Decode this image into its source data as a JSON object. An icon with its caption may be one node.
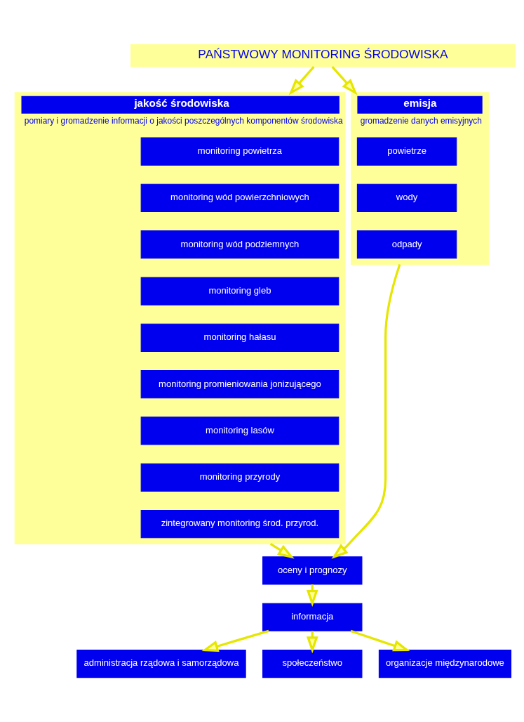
{
  "diagram": {
    "nodes": [
      {
        "text": [
          "PAŃSTWOWY MONITORING ŚRODOWISKA"
        ]
      },
      {
        "text": [
          "jakość środowiska",
          "pomiary i gromadzenie informacji o jakości poszczególnych komponentów środowiska"
        ]
      },
      {
        "text": [
          "monitoring powietrza"
        ],
        "in": 1
      },
      {
        "text": [
          "monitoring wód powierzchniowych"
        ],
        "in": 1
      },
      {
        "text": [
          "monitoring wód podziemnych"
        ],
        "in": 1
      },
      {
        "text": [
          "monitoring gleb"
        ],
        "in": 1
      },
      {
        "text": [
          "monitoring hałasu"
        ],
        "in": 1
      },
      {
        "text": [
          "monitoring promieniowania jonizującego"
        ],
        "in": 1
      },
      {
        "text": [
          "monitoring lasów"
        ],
        "in": 1
      },
      {
        "text": [
          "monitoring przyrody"
        ],
        "in": 1
      },
      {
        "text": [
          "zintegrowany monitoring środ. przyrod."
        ],
        "in": 1
      },
      {
        "text": [
          "emisja",
          "gromadzenie danych emisyjnych"
        ]
      },
      {
        "text": [
          "powietrze"
        ],
        "in": 11
      },
      {
        "text": [
          "wody"
        ],
        "in": 11
      },
      {
        "text": [
          "odpady"
        ],
        "in": 11
      },
      {
        "text": [
          "oceny i prognozy"
        ]
      },
      {
        "text": [
          "informacja"
        ]
      },
      {
        "text": [
          "administracja rządowa i samorządowa"
        ]
      },
      {
        "text": [
          "społeczeństwo"
        ]
      },
      {
        "text": [
          "organizacje międzynarodowe"
        ]
      }
    ],
    "edges": [
      {
        "from": 0,
        "to": 1,
        "arrow": "to"
      },
      {
        "from": 0,
        "to": 11,
        "arrow": "to"
      },
      {
        "from": 1,
        "to": 15,
        "arrow": "to"
      },
      {
        "from": 11,
        "to": 15,
        "arrow": "to"
      },
      {
        "from": 15,
        "to": 16,
        "arrow": "to"
      },
      {
        "from": 16,
        "to": 17,
        "arrow": "to"
      },
      {
        "from": 16,
        "to": 18,
        "arrow": "to"
      },
      {
        "from": 16,
        "to": 19,
        "arrow": "to"
      }
    ]
  }
}
